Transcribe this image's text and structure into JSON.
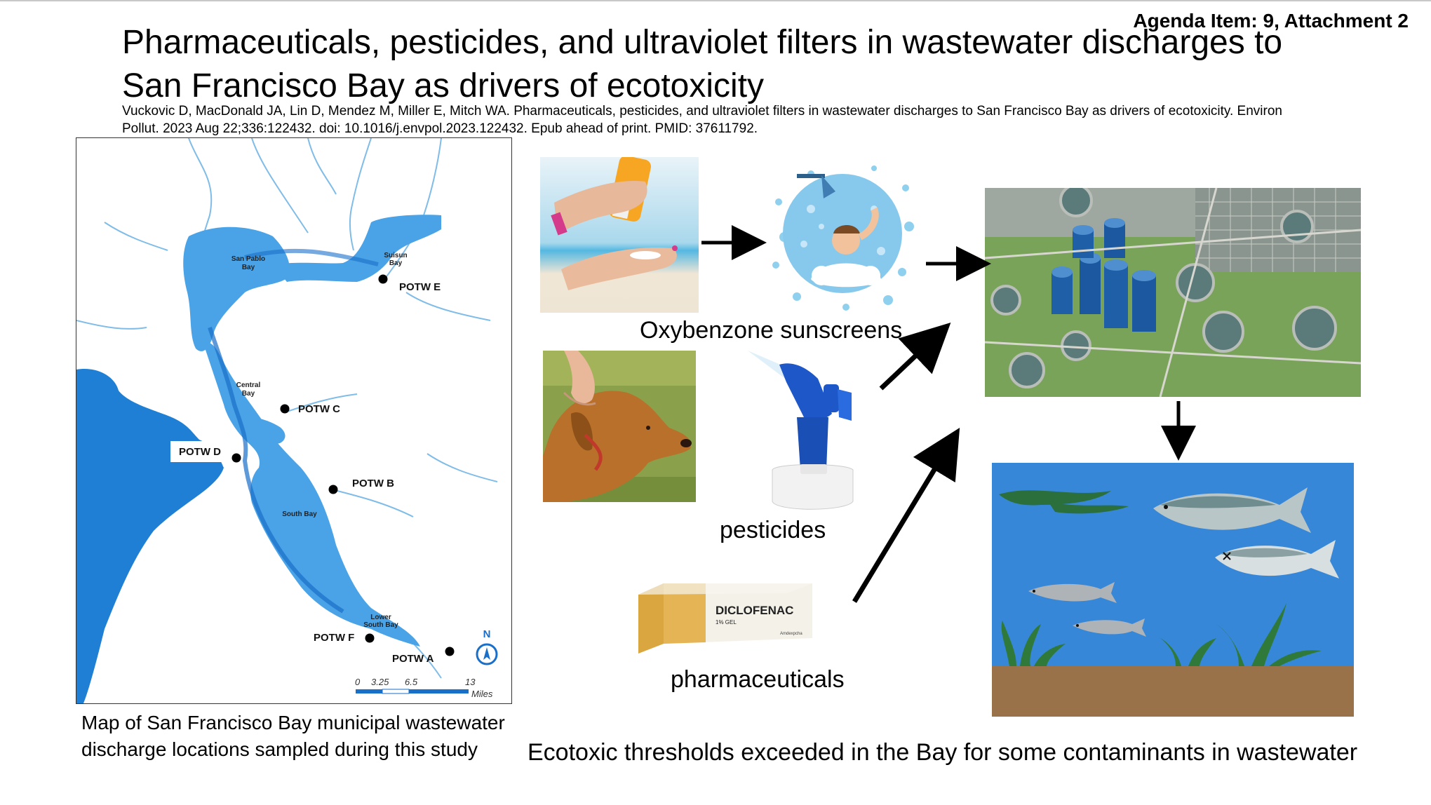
{
  "header": {
    "agenda_item": "Agenda Item: 9, Attachment 2",
    "title_line1": "Pharmaceuticals, pesticides, and ultraviolet filters in wastewater discharges to",
    "title_line2": "San Francisco Bay as drivers of ecotoxicity",
    "citation_line1": "Vuckovic D, MacDonald JA, Lin D, Mendez M, Miller E, Mitch WA. Pharmaceuticals, pesticides, and ultraviolet filters in wastewater discharges to San Francisco Bay as drivers of ecotoxicity. Environ",
    "citation_line2": "Pollut. 2023 Aug 22;336:122432. doi: 10.1016/j.envpol.2023.122432. Epub ahead of print. PMID: 37611792."
  },
  "map": {
    "regions": [
      "San Pablo",
      "Bay",
      "Suisun",
      "Bay",
      "Central",
      "Bay",
      "South Bay",
      "Lower",
      "South Bay"
    ],
    "potw": [
      "POTW E",
      "POTW C",
      "POTW D",
      "POTW B",
      "POTW F",
      "POTW A"
    ],
    "north": "N",
    "scale_ticks": [
      "0",
      "3.25",
      "6.5",
      "13"
    ],
    "scale_unit": "Miles",
    "colors": {
      "water": "#4aa3e6",
      "ocean": "#1f7fd4",
      "channel": "#1a6fc9"
    }
  },
  "captions": {
    "map_line1": "Map of San Francisco Bay municipal wastewater",
    "map_line2": "discharge locations sampled during this study",
    "sunscreen": "Oxybenzone sunscreens",
    "pesticides": "pesticides",
    "pharmaceuticals": "pharmaceuticals",
    "conclusion": "Ecotoxic thresholds exceeded in the Bay for some contaminants in wastewater"
  },
  "product": {
    "name": "DICLOFENAC",
    "strength": "1% GEL",
    "brand": "Amdexpcha"
  }
}
